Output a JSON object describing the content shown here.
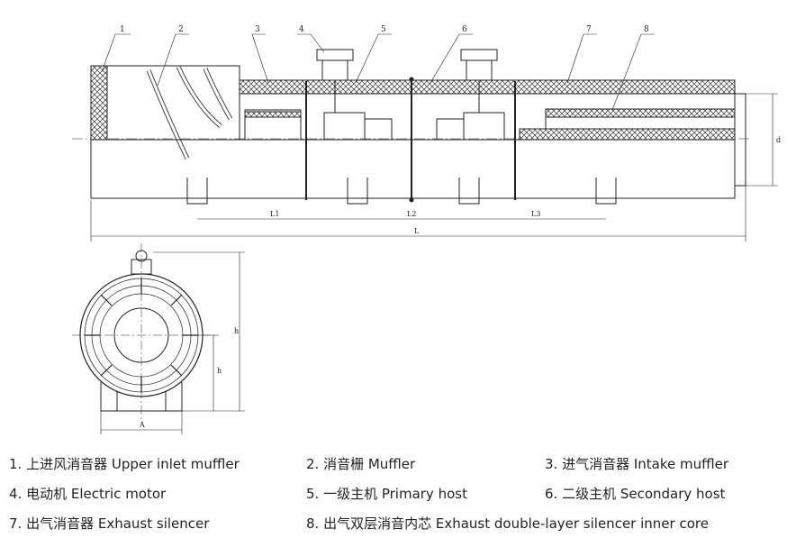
{
  "callouts": [
    "1",
    "2",
    "3",
    "4",
    "5",
    "6",
    "7",
    "8"
  ],
  "dimensions": {
    "l1": "L1",
    "l2": "L2",
    "l3": "L3",
    "l": "L",
    "d": "d",
    "h": "h",
    "h_small": "h",
    "a": "A"
  },
  "legend": [
    "1. 上进风消音器 Upper inlet muffler",
    "2. 消音栅 Muffler",
    "3. 进气消音器 Intake muffler",
    "4. 电动机 Electric motor",
    "5. 一级主机 Primary host",
    "6. 二级主机 Secondary host",
    "7. 出气消音器 Exhaust silencer",
    "8. 出气双层消音内芯 Exhaust double-layer silencer inner core"
  ]
}
